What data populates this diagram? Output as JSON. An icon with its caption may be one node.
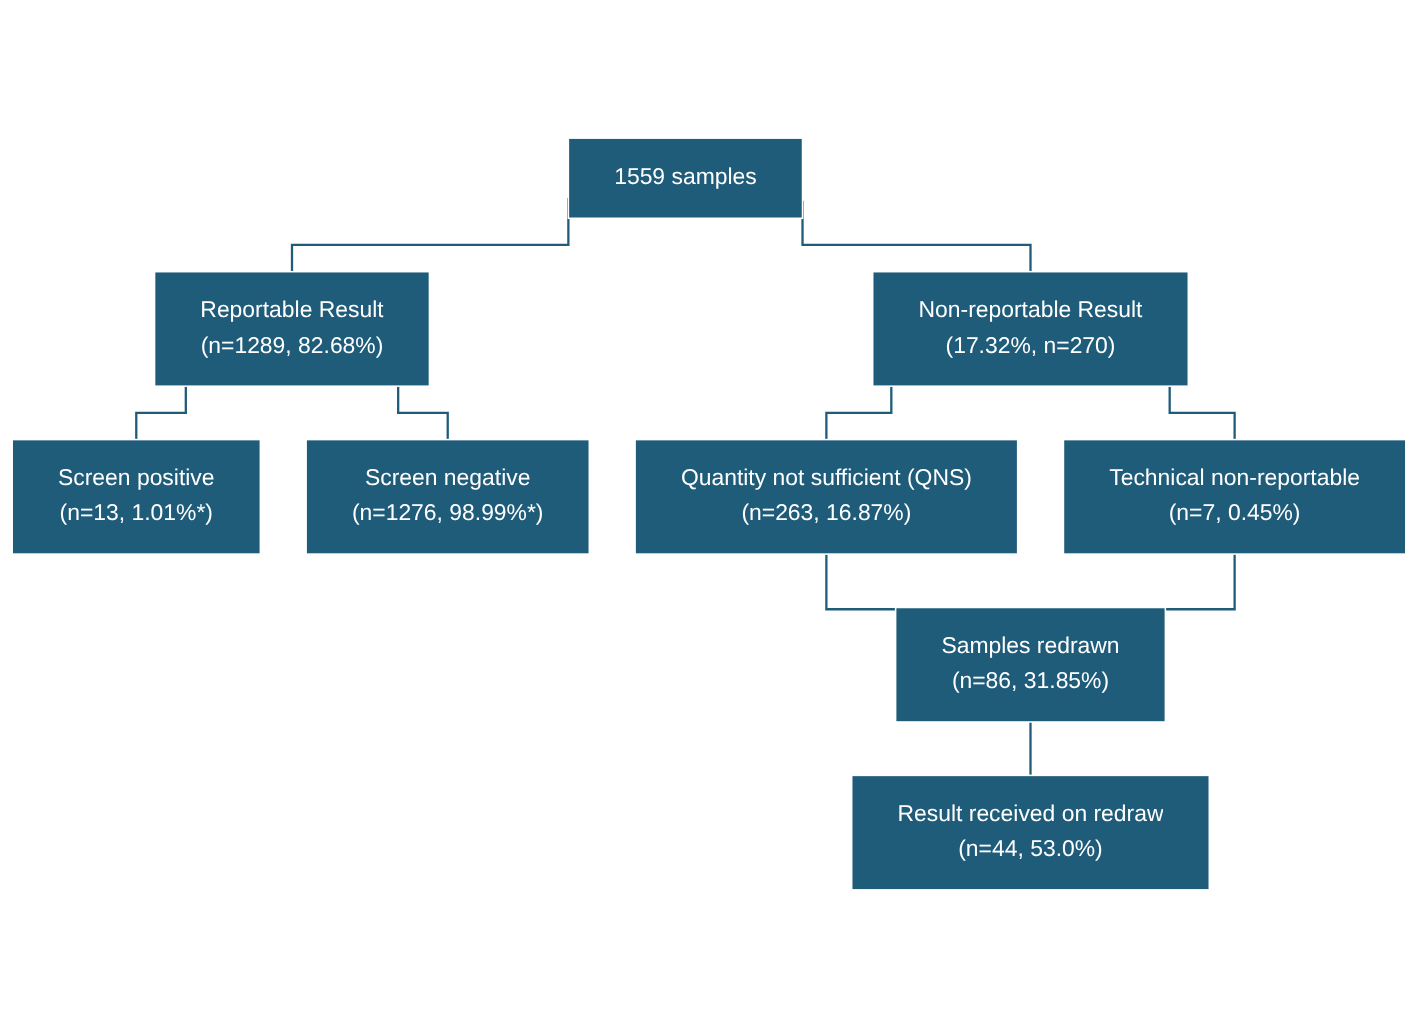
{
  "diagram": {
    "nodes": [
      {
        "text": [
          "1559 samples"
        ]
      },
      {
        "text": [
          "Reportable Result",
          "(n=1289, 82.68%)"
        ]
      },
      {
        "text": [
          "Non-reportable Result",
          "(17.32%, n=270)"
        ]
      },
      {
        "text": [
          "Screen positive",
          "(n=13, 1.01%*)"
        ]
      },
      {
        "text": [
          "Screen negative",
          "(n=1276, 98.99%*)"
        ]
      },
      {
        "text": [
          "Quantity not sufficient (QNS)",
          "(n=263, 16.87%)"
        ]
      },
      {
        "text": [
          "Technical non-reportable",
          "(n=7, 0.45%)"
        ]
      },
      {
        "text": [
          "Samples redrawn",
          "(n=86, 31.85%)"
        ]
      },
      {
        "text": [
          "Result received on redraw",
          "(n=44, 53.0%)"
        ]
      }
    ],
    "edges": [
      {
        "from": 0,
        "to": 1,
        "arrow": "none"
      },
      {
        "from": 0,
        "to": 2,
        "arrow": "none"
      },
      {
        "from": 1,
        "to": 3,
        "arrow": "none"
      },
      {
        "from": 1,
        "to": 4,
        "arrow": "none"
      },
      {
        "from": 2,
        "to": 5,
        "arrow": "none"
      },
      {
        "from": 2,
        "to": 6,
        "arrow": "none"
      },
      {
        "from": 5,
        "to": 7,
        "arrow": "none"
      },
      {
        "from": 6,
        "to": 7,
        "arrow": "none"
      },
      {
        "from": 7,
        "to": 8,
        "arrow": "none"
      }
    ]
  }
}
